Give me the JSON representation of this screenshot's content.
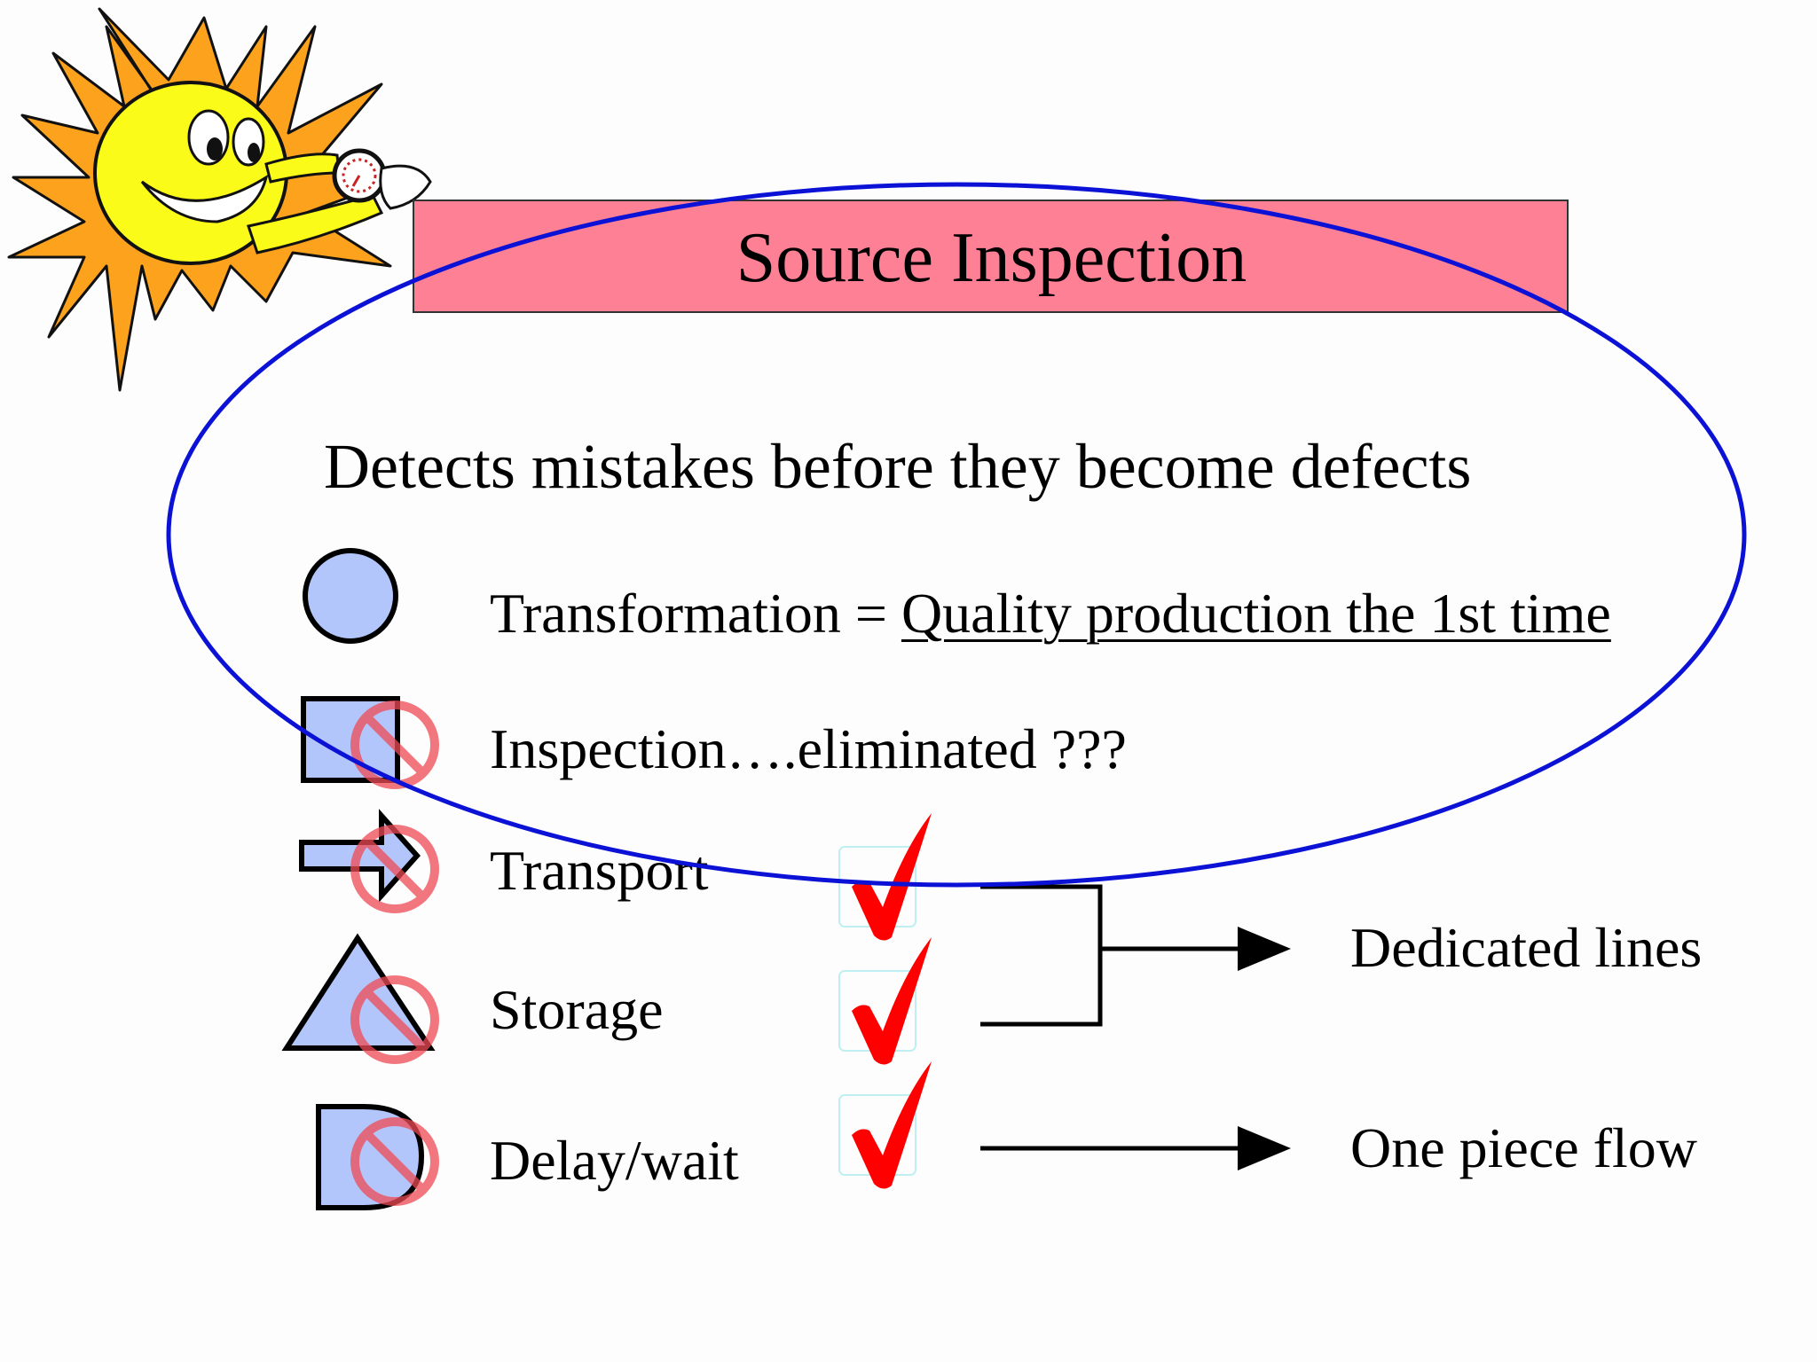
{
  "title": "Source Inspection",
  "subtitle": "Detects mistakes before they become defects",
  "rows": [
    {
      "icon": "circle-operation-icon",
      "prefix": "Transformation = ",
      "emphasis": "Quality production the 1st time",
      "eliminated": false,
      "checked": false
    },
    {
      "icon": "square-inspection-icon",
      "text": "Inspection….eliminated ???",
      "eliminated": true,
      "checked": false
    },
    {
      "icon": "arrow-transport-icon",
      "text": "Transport",
      "eliminated": true,
      "checked": true
    },
    {
      "icon": "triangle-storage-icon",
      "text": "Storage",
      "eliminated": true,
      "checked": true
    },
    {
      "icon": "d-shape-delay-icon",
      "text": "Delay/wait",
      "eliminated": true,
      "checked": true
    }
  ],
  "outcomes": {
    "dedicated": "Dedicated lines",
    "one_piece": "One piece flow"
  },
  "colors": {
    "title_fill": "#fe8095",
    "symbol_fill": "#b3c6fb",
    "prohibit": "#ef4a53",
    "checkmark": "#ff0000",
    "ellipse": "#0b12d6"
  }
}
